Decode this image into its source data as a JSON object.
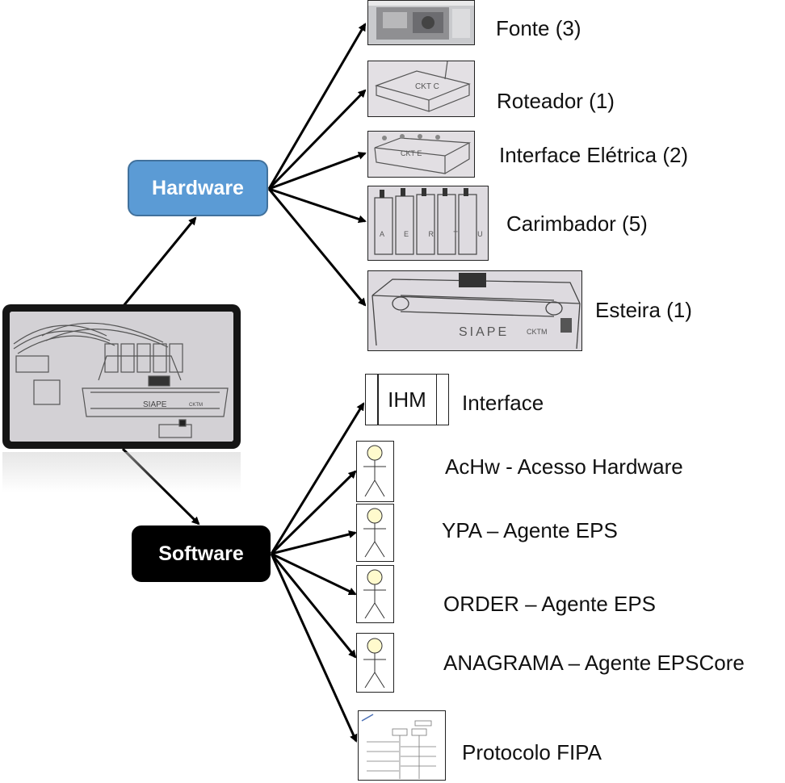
{
  "root": {
    "hardware_label": "Hardware",
    "software_label": "Software"
  },
  "hardware_items": [
    {
      "label": "Fonte (3)"
    },
    {
      "label": "Roteador (1)"
    },
    {
      "label": "Interface Elétrica (2)"
    },
    {
      "label": "Carimbador (5)"
    },
    {
      "label": "Esteira (1)"
    }
  ],
  "software_items": [
    {
      "label": "Interface",
      "box_text": "IHM"
    },
    {
      "label": "AcHw - Acesso Hardware"
    },
    {
      "label": "YPA – Agente EPS"
    },
    {
      "label": "ORDER – Agente EPS"
    },
    {
      "label": "ANAGRAMA  – Agente EPSCore"
    },
    {
      "label": "Protocolo FIPA"
    }
  ],
  "sketch_text": {
    "siape": "SIAPE",
    "cktm": "CKTM",
    "ckte": "CKT E",
    "cktc": "CKT C",
    "stamps": "A E R T U"
  },
  "colors": {
    "hardware_fill": "#5b9bd5",
    "software_fill": "#000000",
    "actor_head": "#fffacd"
  }
}
